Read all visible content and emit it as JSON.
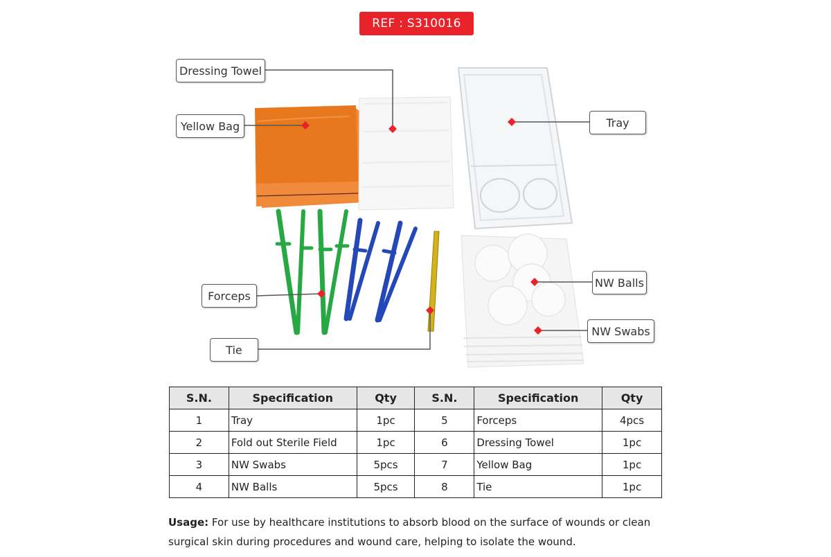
{
  "ref_badge": "REF : S310016",
  "callouts": {
    "dressing_towel": "Dressing Towel",
    "yellow_bag": "Yellow Bag",
    "tray": "Tray",
    "forceps": "Forceps",
    "tie": "Tie",
    "nw_balls": "NW Balls",
    "nw_swabs": "NW Swabs"
  },
  "table": {
    "headers": [
      "S.N.",
      "Specification",
      "Qty",
      "S.N.",
      "Specification",
      "Qty"
    ],
    "rows": [
      [
        "1",
        "Tray",
        "1pc",
        "5",
        "Forceps",
        "4pcs"
      ],
      [
        "2",
        "Fold out Sterile Field",
        "1pc",
        "6",
        "Dressing Towel",
        "1pc"
      ],
      [
        "3",
        "NW Swabs",
        "5pcs",
        "7",
        "Yellow Bag",
        "1pc"
      ],
      [
        "4",
        "NW Balls",
        "5pcs",
        "8",
        "Tie",
        "1pc"
      ]
    ]
  },
  "usage": {
    "label": "Usage:",
    "text": "For use by healthcare institutions to absorb blood on the surface of wounds or clean surgical skin during procedures and wound care, helping to isolate the wound."
  },
  "colors": {
    "ref_badge": "#e8232a",
    "yellow_bag": "#e8781e",
    "forceps_green": "#27a843",
    "forceps_blue": "#2448b8",
    "tie_gold": "#d4b21c",
    "marker_red": "#e8232a"
  }
}
